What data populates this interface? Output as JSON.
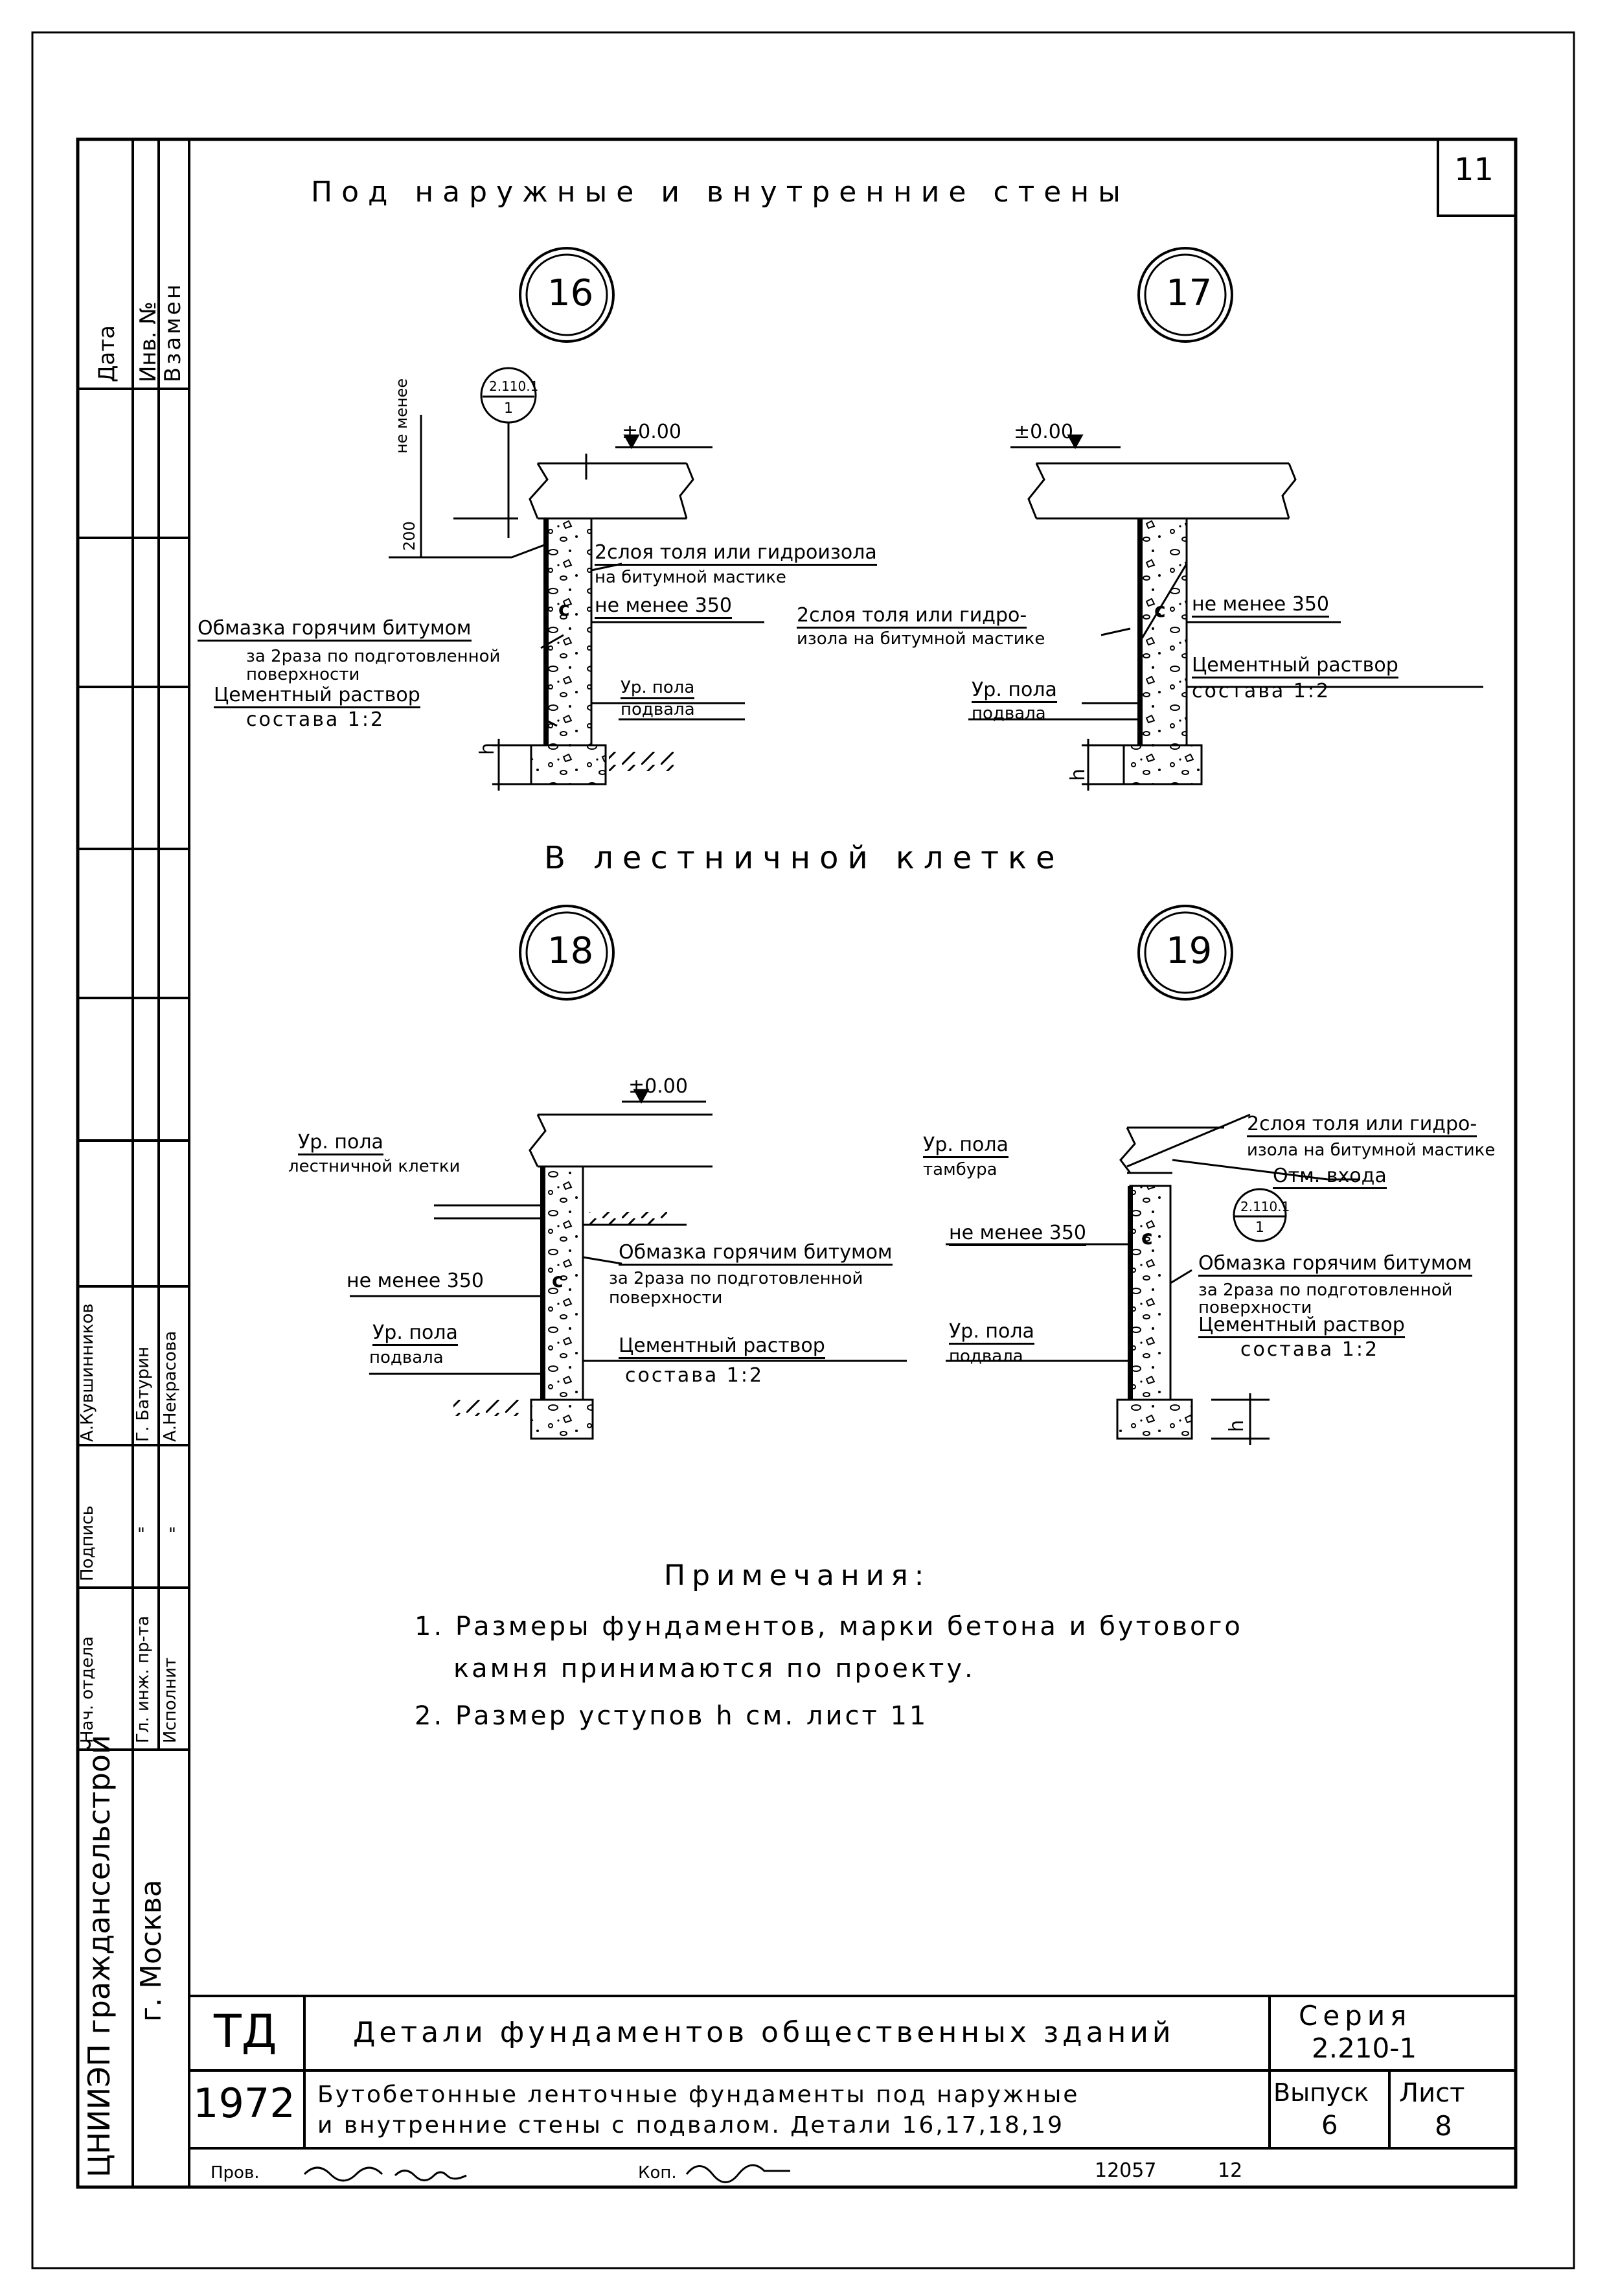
{
  "sheet_number": "11",
  "headings": {
    "outer_inner_walls": "Под наружные и внутренние стены",
    "stairwell": "В лестничной клетке"
  },
  "details": {
    "d16": {
      "number": "16",
      "ref_top": "2.110.1",
      "ref_bottom": "1",
      "level": "±0.00",
      "vertical_dim": "не менее",
      "dim_200": "200",
      "waterproof": "2слоя толя или гидроизола",
      "waterproof2": "на битумной мастике",
      "min_350": "не менее 350",
      "bitumen_coat": "Обмазка горячим битумом",
      "bitumen_coat2": "за 2раза по подготовленной",
      "bitumen_coat3": "поверхности",
      "mortar": "Цементный раствор",
      "mortar2": "состава 1:2",
      "floor_level": "Ур. пола",
      "floor_level2": "подвала",
      "c_mark": "с",
      "h_mark": "h"
    },
    "d17": {
      "number": "17",
      "level": "±0.00",
      "waterproof": "2слоя толя или гидро-",
      "waterproof2": "изола на битумной мастике",
      "min_350": "не менее 350",
      "mortar": "Цементный раствор",
      "mortar2": "состава 1:2",
      "floor_level": "Ур. пола",
      "floor_level2": "подвала",
      "c_mark": "с",
      "h_mark": "h"
    },
    "d18": {
      "number": "18",
      "level": "±0.00",
      "stair_floor": "Ур. пола",
      "stair_floor2": "лестничной клетки",
      "bitumen_coat": "Обмазка горячим битумом",
      "bitumen_coat2": "за 2раза по подготовленной",
      "bitumen_coat3": "поверхности",
      "min_350": "не менее 350",
      "floor_level": "Ур. пола",
      "floor_level2": "подвала",
      "mortar": "Цементный раствор",
      "mortar2": "состава 1:2",
      "c_mark": "с"
    },
    "d19": {
      "number": "19",
      "waterproof": "2слоя толя или гидро-",
      "waterproof2": "изола на битумной мастике",
      "entrance": "Отм. входа",
      "vestibule": "Ур. пола",
      "vestibule2": "тамбура",
      "ref_top": "2.110.1",
      "ref_bottom": "1",
      "min_350": "не менее 350",
      "bitumen_coat": "Обмазка горячим битумом",
      "bitumen_coat2": "за 2раза по подготовленной",
      "bitumen_coat3": "поверхности",
      "mortar": "Цементный раствор",
      "mortar2": "состава 1:2",
      "floor_level": "Ур. пола",
      "floor_level2": "подвала",
      "c_mark": "с",
      "h_mark": "h"
    }
  },
  "notes": {
    "title": "Примечания:",
    "n1a": "1. Размеры фундаментов, марки бетона и бутового",
    "n1b": "камня принимаются по проекту.",
    "n2": "2. Размер уступов h см. лист 11"
  },
  "left_strip": {
    "data": "Дата",
    "inv": "Инв. №",
    "vzamen": "Взамен",
    "head_dept": "Нач. отдела",
    "chief_eng": "Гл. инж. пр-та",
    "executor": "Исполнит",
    "podpis": "Подпись",
    "sig1": "\"",
    "sig2": "\"",
    "name1": "А.Кувшинников",
    "name2": "Г. Батурин",
    "name3": "А.Некрасова",
    "org": "ЦНИИЭП граждансельстрой",
    "city": "г. Москва"
  },
  "title_block": {
    "td": "ТД",
    "year": "1972",
    "title": "Детали фундаментов общественных зданий",
    "subtitle1": "Бутобетонные ленточные фундаменты под наружные",
    "subtitle2": "и внутренние стены с подвалом. Детали 16,17,18,19",
    "series_label": "Серия",
    "series": "2.210-1",
    "issue_label": "Выпуск",
    "issue": "6",
    "sheet_label": "Лист",
    "sheet": "8"
  },
  "footer": {
    "checked": "Пров.",
    "copy": "Коп.",
    "code": "12057",
    "num": "12"
  }
}
